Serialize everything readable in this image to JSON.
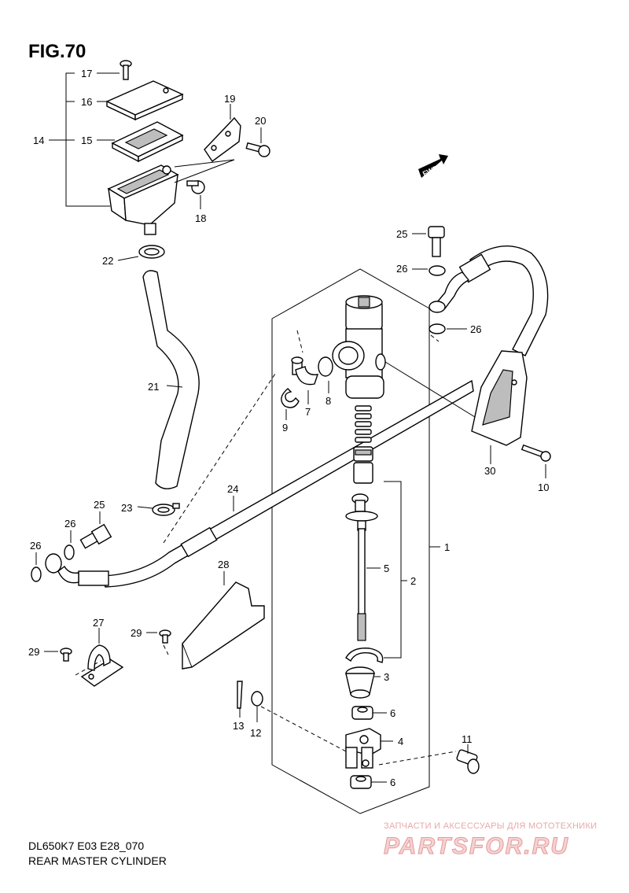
{
  "figure_title": "FIG.70",
  "model_code": "DL650K7 E03 E28_070",
  "diagram_caption": "REAR MASTER CYLINDER",
  "direction_marker": "FWD",
  "watermark": {
    "tagline": "ЗАПЧАСТИ И АКСЕССУАРЫ ДЛЯ МОТОТЕХНИКИ",
    "brand": "PARTSFOR.RU"
  },
  "callouts": {
    "c1": "1",
    "c2": "2",
    "c3": "3",
    "c4": "4",
    "c5": "5",
    "c6a": "6",
    "c6b": "6",
    "c7": "7",
    "c8": "8",
    "c9": "9",
    "c10": "10",
    "c11": "11",
    "c12": "12",
    "c13": "13",
    "c14": "14",
    "c15": "15",
    "c16": "16",
    "c17": "17",
    "c18": "18",
    "c19": "19",
    "c20": "20",
    "c21": "21",
    "c22": "22",
    "c23": "23",
    "c24": "24",
    "c25a": "25",
    "c25b": "25",
    "c26a": "26",
    "c26b": "26",
    "c26c": "26",
    "c26d": "26",
    "c27": "27",
    "c28": "28",
    "c29a": "29",
    "c29b": "29",
    "c30": "30"
  }
}
